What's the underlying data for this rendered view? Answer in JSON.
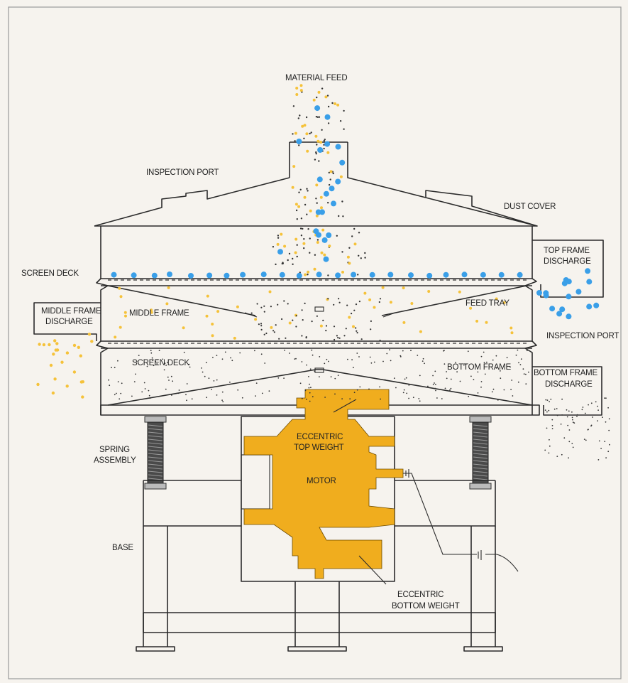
{
  "labels": {
    "material_feed": "MATERIAL FEED",
    "inspection_port_top": "INSPECTION PORT",
    "dust_cover": "DUST COVER",
    "screen_deck_top": "SCREEN DECK",
    "top_frame_discharge_1": "TOP FRAME",
    "top_frame_discharge_2": "DISCHARGE",
    "middle_frame_discharge_1": "MIDDLE FRAME",
    "middle_frame_discharge_2": "DISCHARGE",
    "middle_frame": "MIDDLE FRAME",
    "feed_tray": "FEED TRAY",
    "inspection_port_side": "INSPECTION PORT",
    "screen_deck_lower": "SCREEN DECK",
    "bottom_frame": "BOTTOM FRAME",
    "bottom_frame_discharge_1": "BOTTOM FRAME",
    "bottom_frame_discharge_2": "DISCHARGE",
    "eccentric_top_1": "ECCENTRIC",
    "eccentric_top_2": "TOP WEIGHT",
    "spring_assembly_1": "SPRING",
    "spring_assembly_2": "ASSEMBLY",
    "motor": "MOTOR",
    "base": "BASE",
    "eccentric_bottom_1": "ECCENTRIC",
    "eccentric_bottom_2": "BOTTOM WEIGHT"
  },
  "colors": {
    "background": "#f6f3ee",
    "motor_fill": "#f0ad1e",
    "coarse_particle": "#3a9fe8",
    "medium_particle": "#f5c23a",
    "fine_particle": "#333333"
  }
}
